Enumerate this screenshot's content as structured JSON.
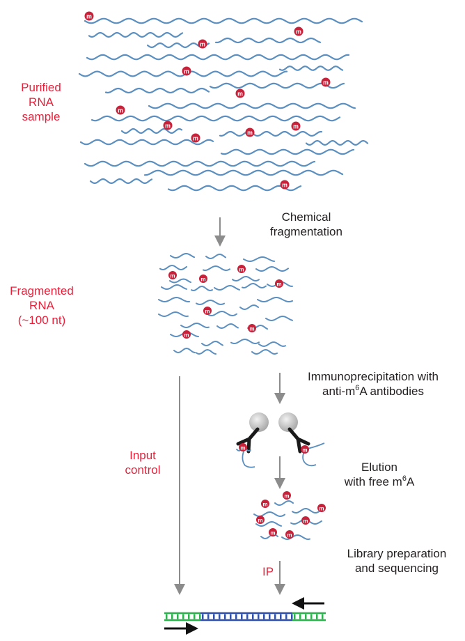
{
  "title": "m6A-seq / MeRIP-seq workflow",
  "colors": {
    "rna_strand": "#5b8fbf",
    "m6a_badge": "#c8213a",
    "badge_text": "#ffffff",
    "label_red": "#e8203a",
    "label_dark": "#231f20",
    "arrow_gray": "#8c8c8c",
    "antibody": "#1a1a1a",
    "bead": "#c9c9c9",
    "adapter_green": "#2bb24c",
    "insert_blue": "#2f4fa8",
    "primer_black": "#111111"
  },
  "badge_letter": "m",
  "stages": {
    "purified": {
      "label_lines": [
        "Purified",
        "RNA",
        "sample"
      ]
    },
    "fragmentation_step": {
      "label_lines": [
        "Chemical",
        "fragmentation"
      ]
    },
    "fragmented": {
      "label_lines": [
        "Fragmented",
        "RNA",
        "(~100 nt)"
      ]
    },
    "ip_step": {
      "line1": "Immunoprecipitation with",
      "line2_pre": "anti-m",
      "line2_sup": "6",
      "line2_post": "A antibodies"
    },
    "input_control": {
      "label_lines": [
        "Input",
        "control"
      ]
    },
    "elution_step": {
      "line1": "Elution",
      "line2_pre": "with free m",
      "line2_sup": "6",
      "line2_post": "A"
    },
    "library_step": {
      "label_lines": [
        "Library preparation",
        "and sequencing"
      ]
    },
    "ip_label": "IP"
  }
}
